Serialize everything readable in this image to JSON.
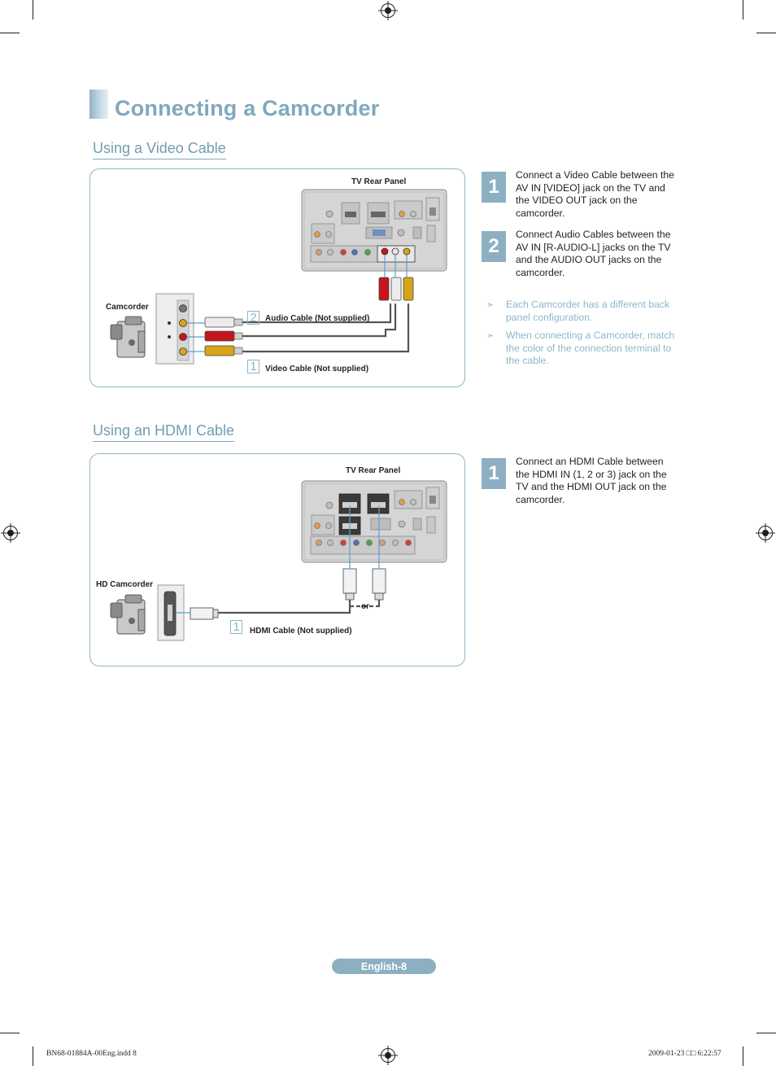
{
  "page": {
    "title": "Connecting a Camcorder",
    "footer_page": "English-8",
    "slug_left": "BN68-01884A-00Eng.indd   8",
    "slug_right": "2009-01-23   □□ 6:22:57"
  },
  "video_section": {
    "heading": "Using a Video Cable",
    "tv_panel_label": "TV Rear Panel",
    "device_label": "Camcorder",
    "cable_labels": [
      {
        "num": "2",
        "text": "Audio Cable (Not supplied)"
      },
      {
        "num": "1",
        "text": "Video Cable (Not supplied)"
      }
    ],
    "steps": [
      {
        "num": "1",
        "text": "Connect a Video Cable between the AV IN [VIDEO] jack on the TV and the VIDEO OUT jack on the camcorder."
      },
      {
        "num": "2",
        "text": "Connect Audio Cables between the AV IN [R-AUDIO-L] jacks on the TV and the AUDIO OUT jacks on the camcorder."
      }
    ],
    "notes": [
      "Each Camcorder has a different back panel configuration.",
      "When connecting a Camcorder, match the color of the connection terminal to the cable."
    ]
  },
  "hdmi_section": {
    "heading": "Using an HDMI Cable",
    "tv_panel_label": "TV Rear Panel",
    "device_label": "HD Camcorder",
    "cable_label": {
      "num": "1",
      "text": "HDMI Cable (Not supplied)"
    },
    "or_label": "or",
    "steps": [
      {
        "num": "1",
        "text": "Connect an HDMI Cable between the HDMI IN (1, 2 or 3) jack on the TV and the HDMI OUT jack on the camcorder."
      }
    ]
  },
  "colors": {
    "accent": "#7fa9bd",
    "step_fill": "#8cb0c2",
    "note_text": "#8db6c9",
    "cable_video": "#d8a418",
    "cable_audio_r": "#c4161c",
    "cable_audio_l": "#d9d9d9"
  },
  "icons": [
    "registration-mark-icon",
    "note-arrow-icon",
    "camcorder-icon",
    "hdmi-plug-icon",
    "rca-plug-icon"
  ]
}
